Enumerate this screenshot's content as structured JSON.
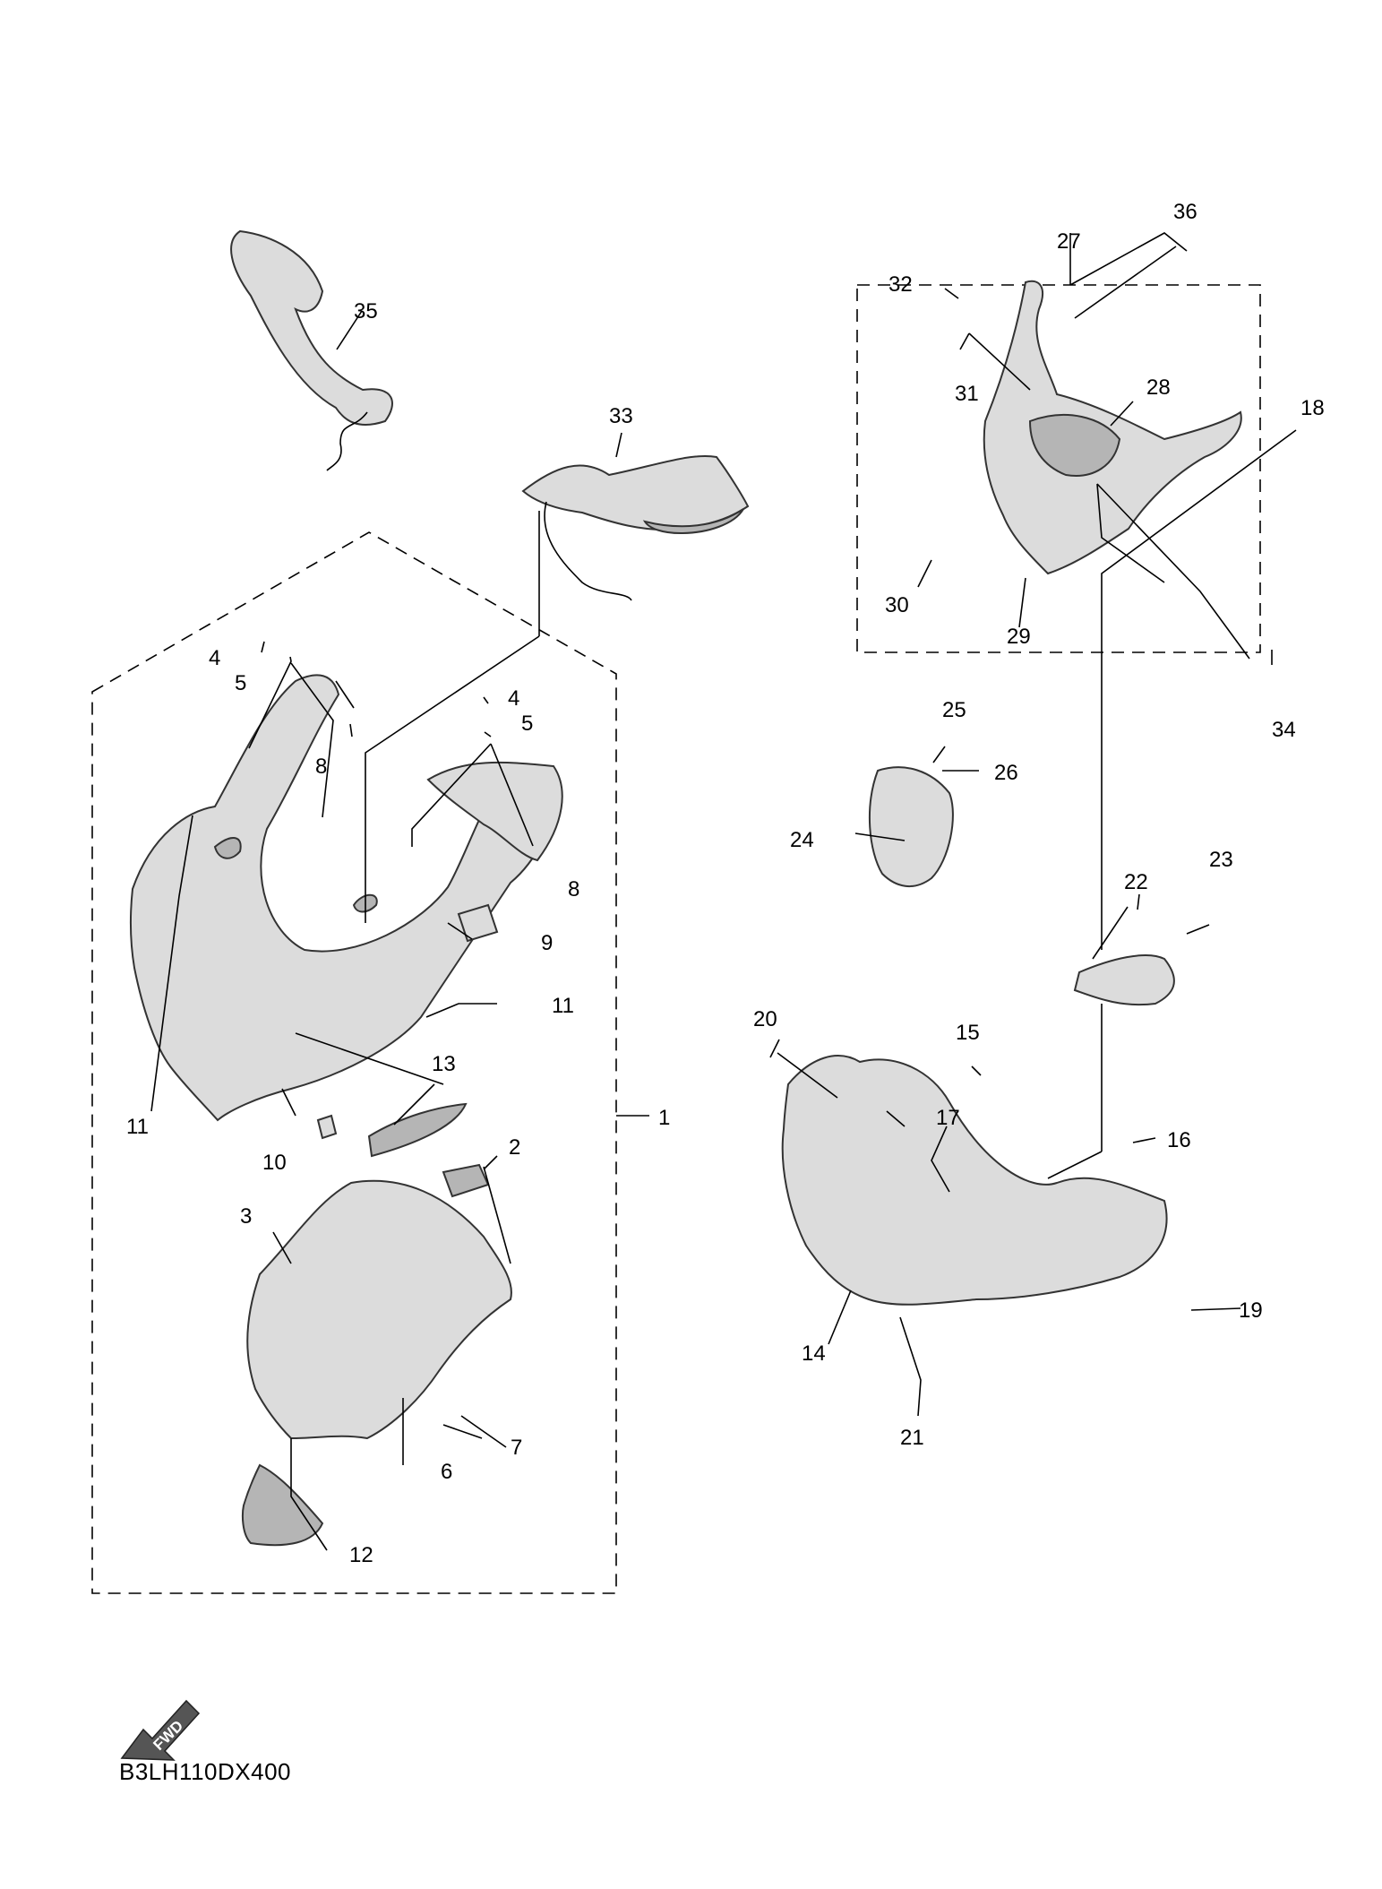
{
  "diagram_code": "B3LH110DX400",
  "fwd_label": "FWD",
  "callouts": {
    "c1": "1",
    "c2": "2",
    "c3": "3",
    "c4a": "4",
    "c4b": "4",
    "c5a": "5",
    "c5b": "5",
    "c6": "6",
    "c7": "7",
    "c8a": "8",
    "c8b": "8",
    "c9": "9",
    "c10": "10",
    "c11a": "11",
    "c11b": "11",
    "c12": "12",
    "c13": "13",
    "c14": "14",
    "c15": "15",
    "c16": "16",
    "c17": "17",
    "c18": "18",
    "c19": "19",
    "c20": "20",
    "c21": "21",
    "c22": "22",
    "c23": "23",
    "c24": "24",
    "c25": "25",
    "c26": "26",
    "c27": "27",
    "c28": "28",
    "c29": "29",
    "c30": "30",
    "c31": "31",
    "c32": "32",
    "c33": "33",
    "c34": "34",
    "c35": "35",
    "c36": "36"
  }
}
